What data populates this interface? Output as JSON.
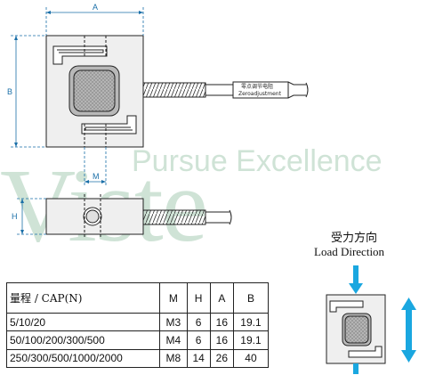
{
  "dimension_labels": {
    "a": "A",
    "b": "B",
    "m": "M",
    "h": "H"
  },
  "zero_adjustment": {
    "cn": "零点调节电阻",
    "en": "Zeroadjustment"
  },
  "watermark": {
    "tagline": "Pursue Excellence",
    "brand": "Viste"
  },
  "load_direction": {
    "cn": "受力方向",
    "en": "Load  Direction"
  },
  "table": {
    "headers": [
      "量程 / CAP(N)",
      "M",
      "H",
      "A",
      "B"
    ],
    "rows": [
      [
        "5/10/20",
        "M3",
        "6",
        "16",
        "19.1"
      ],
      [
        "50/100/200/300/500",
        "M4",
        "6",
        "16",
        "19.1"
      ],
      [
        "250/300/500/1000/2000",
        "M8",
        "14",
        "26",
        "40"
      ]
    ]
  },
  "colors": {
    "outline": "#222222",
    "dimension": "#1a6fa8",
    "watermark": "#cfe3d6",
    "arrow": "#1aa7e0",
    "body_fill": "#efefef",
    "strain_fill": "#b8b8b8"
  }
}
